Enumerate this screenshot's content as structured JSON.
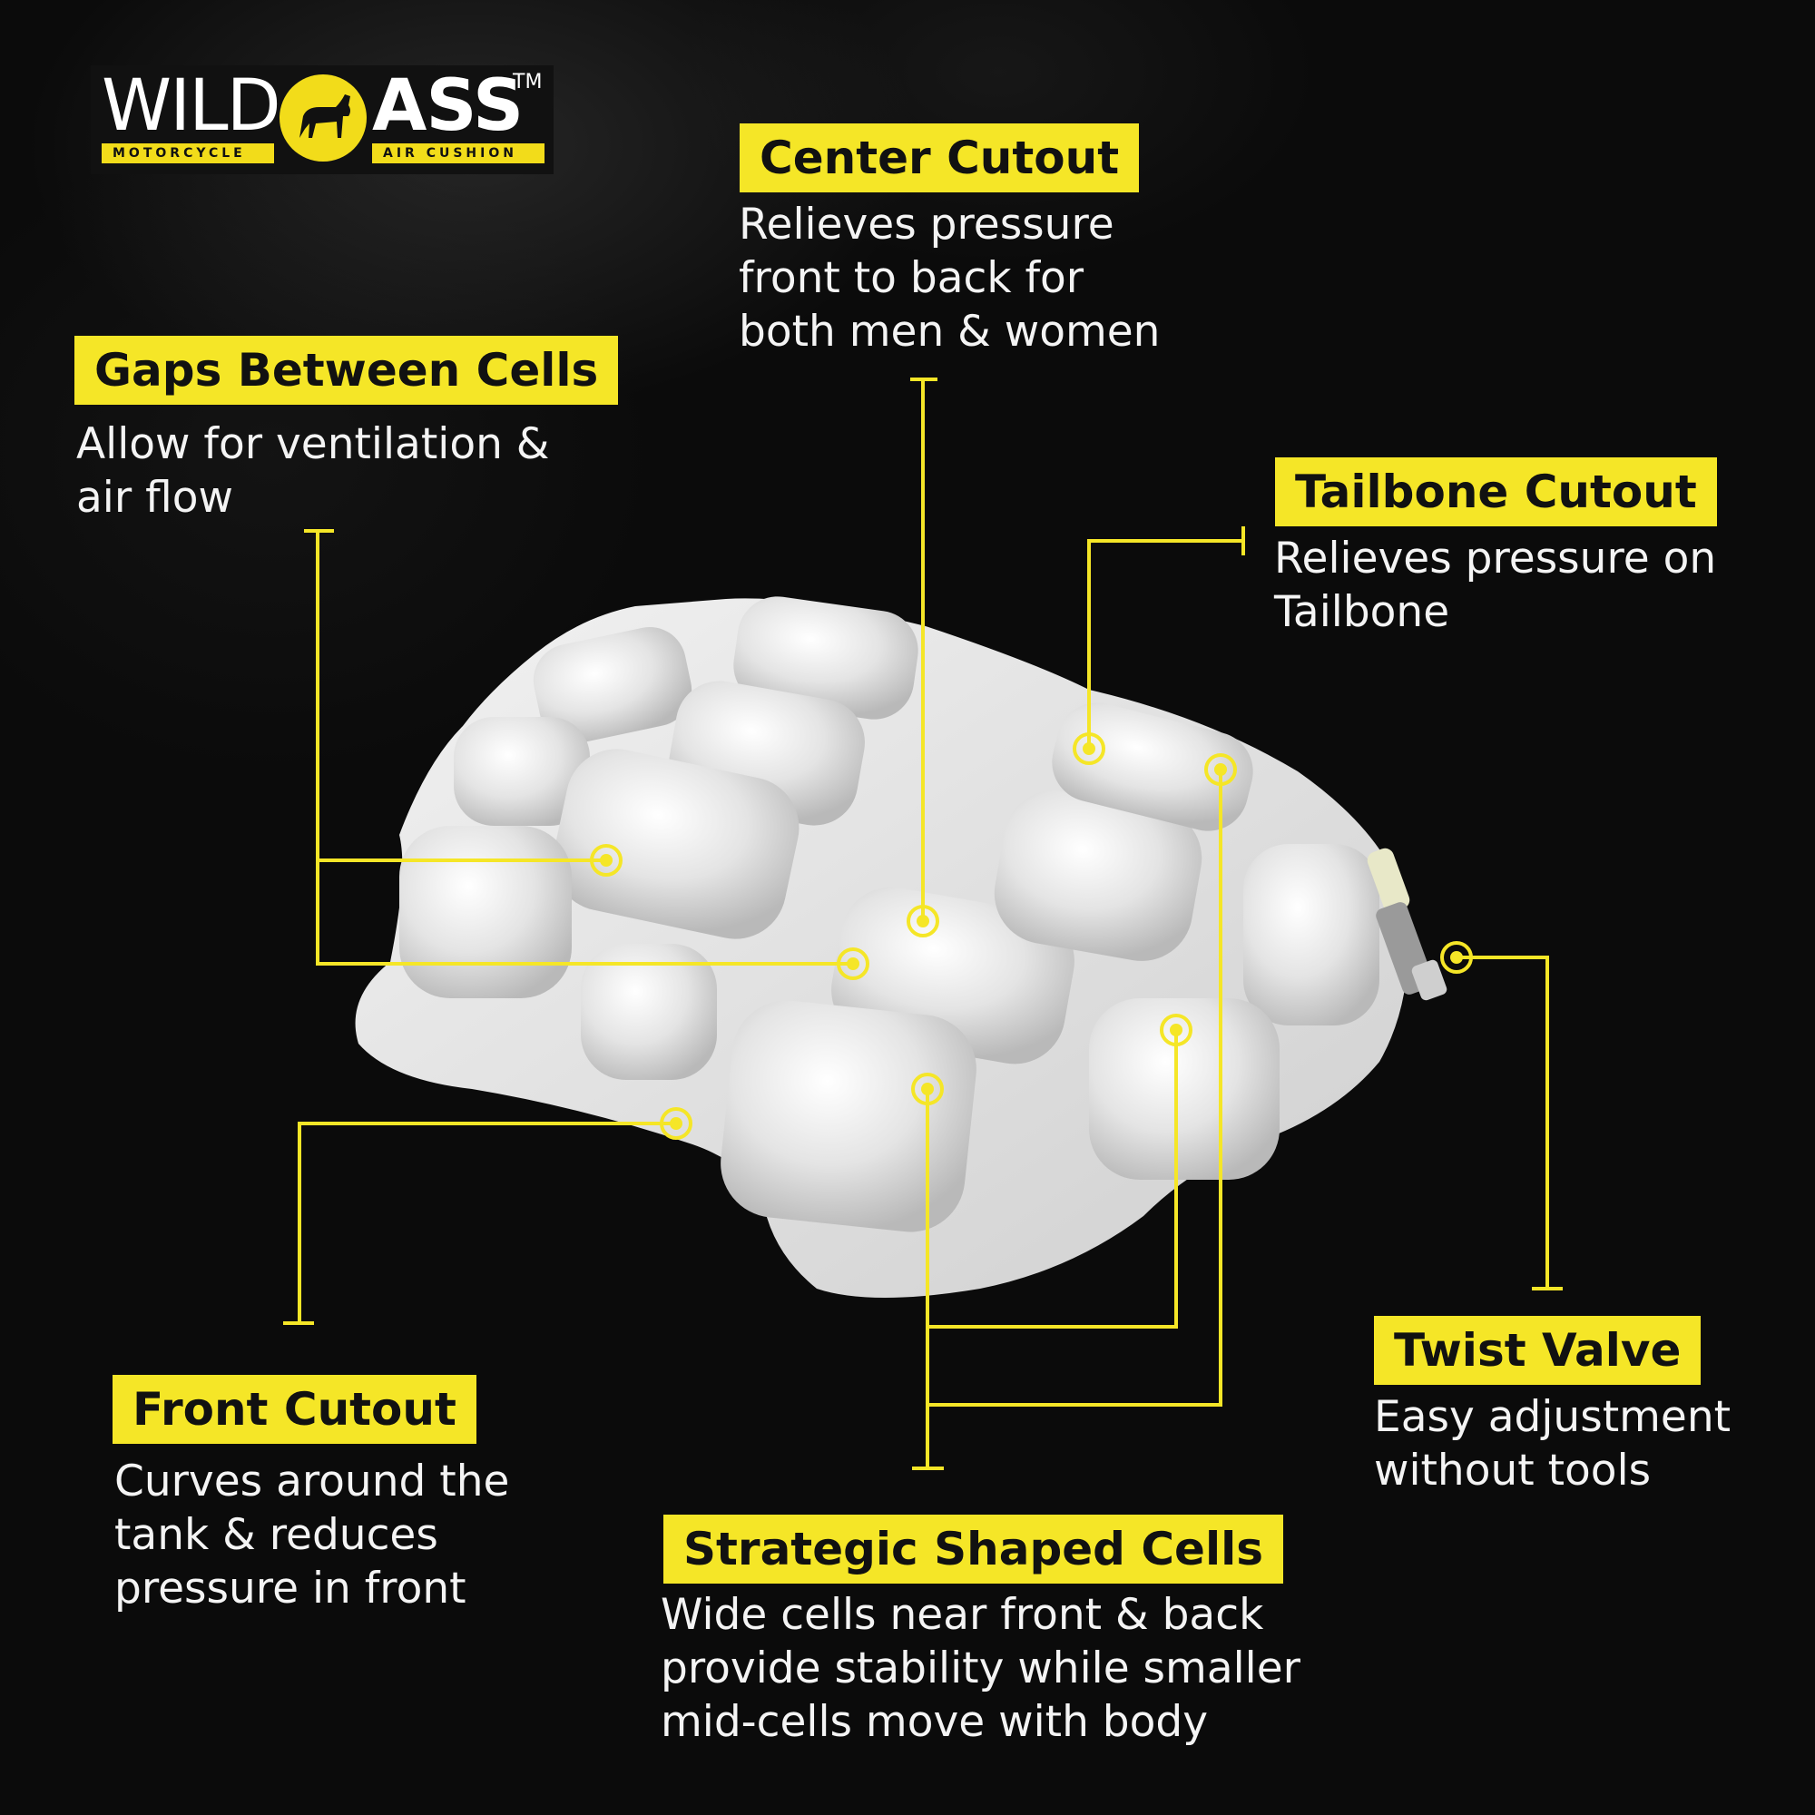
{
  "brand": {
    "word_left": "WILD",
    "word_right": "ASS",
    "trademark": "TM",
    "tag_left": "MOTORCYCLE",
    "tag_right": "AIR CUSHION",
    "accent_color": "#f5e627"
  },
  "callouts": {
    "center_cutout": {
      "title": "Center Cutout",
      "text": "Relieves pressure\nfront to back for\nboth men & women"
    },
    "gaps_between_cells": {
      "title": "Gaps Between Cells",
      "text": "Allow for ventilation &\nair flow"
    },
    "tailbone_cutout": {
      "title": "Tailbone Cutout",
      "text": "Relieves pressure on\nTailbone"
    },
    "twist_valve": {
      "title": "Twist Valve",
      "text": "Easy adjustment\nwithout tools"
    },
    "front_cutout": {
      "title": "Front Cutout",
      "text": "Curves around the\ntank & reduces\npressure in front"
    },
    "strategic_shaped_cells": {
      "title": "Strategic Shaped Cells",
      "text": "Wide cells near front & back\nprovide stability while smaller\nmid-cells move with body"
    }
  }
}
